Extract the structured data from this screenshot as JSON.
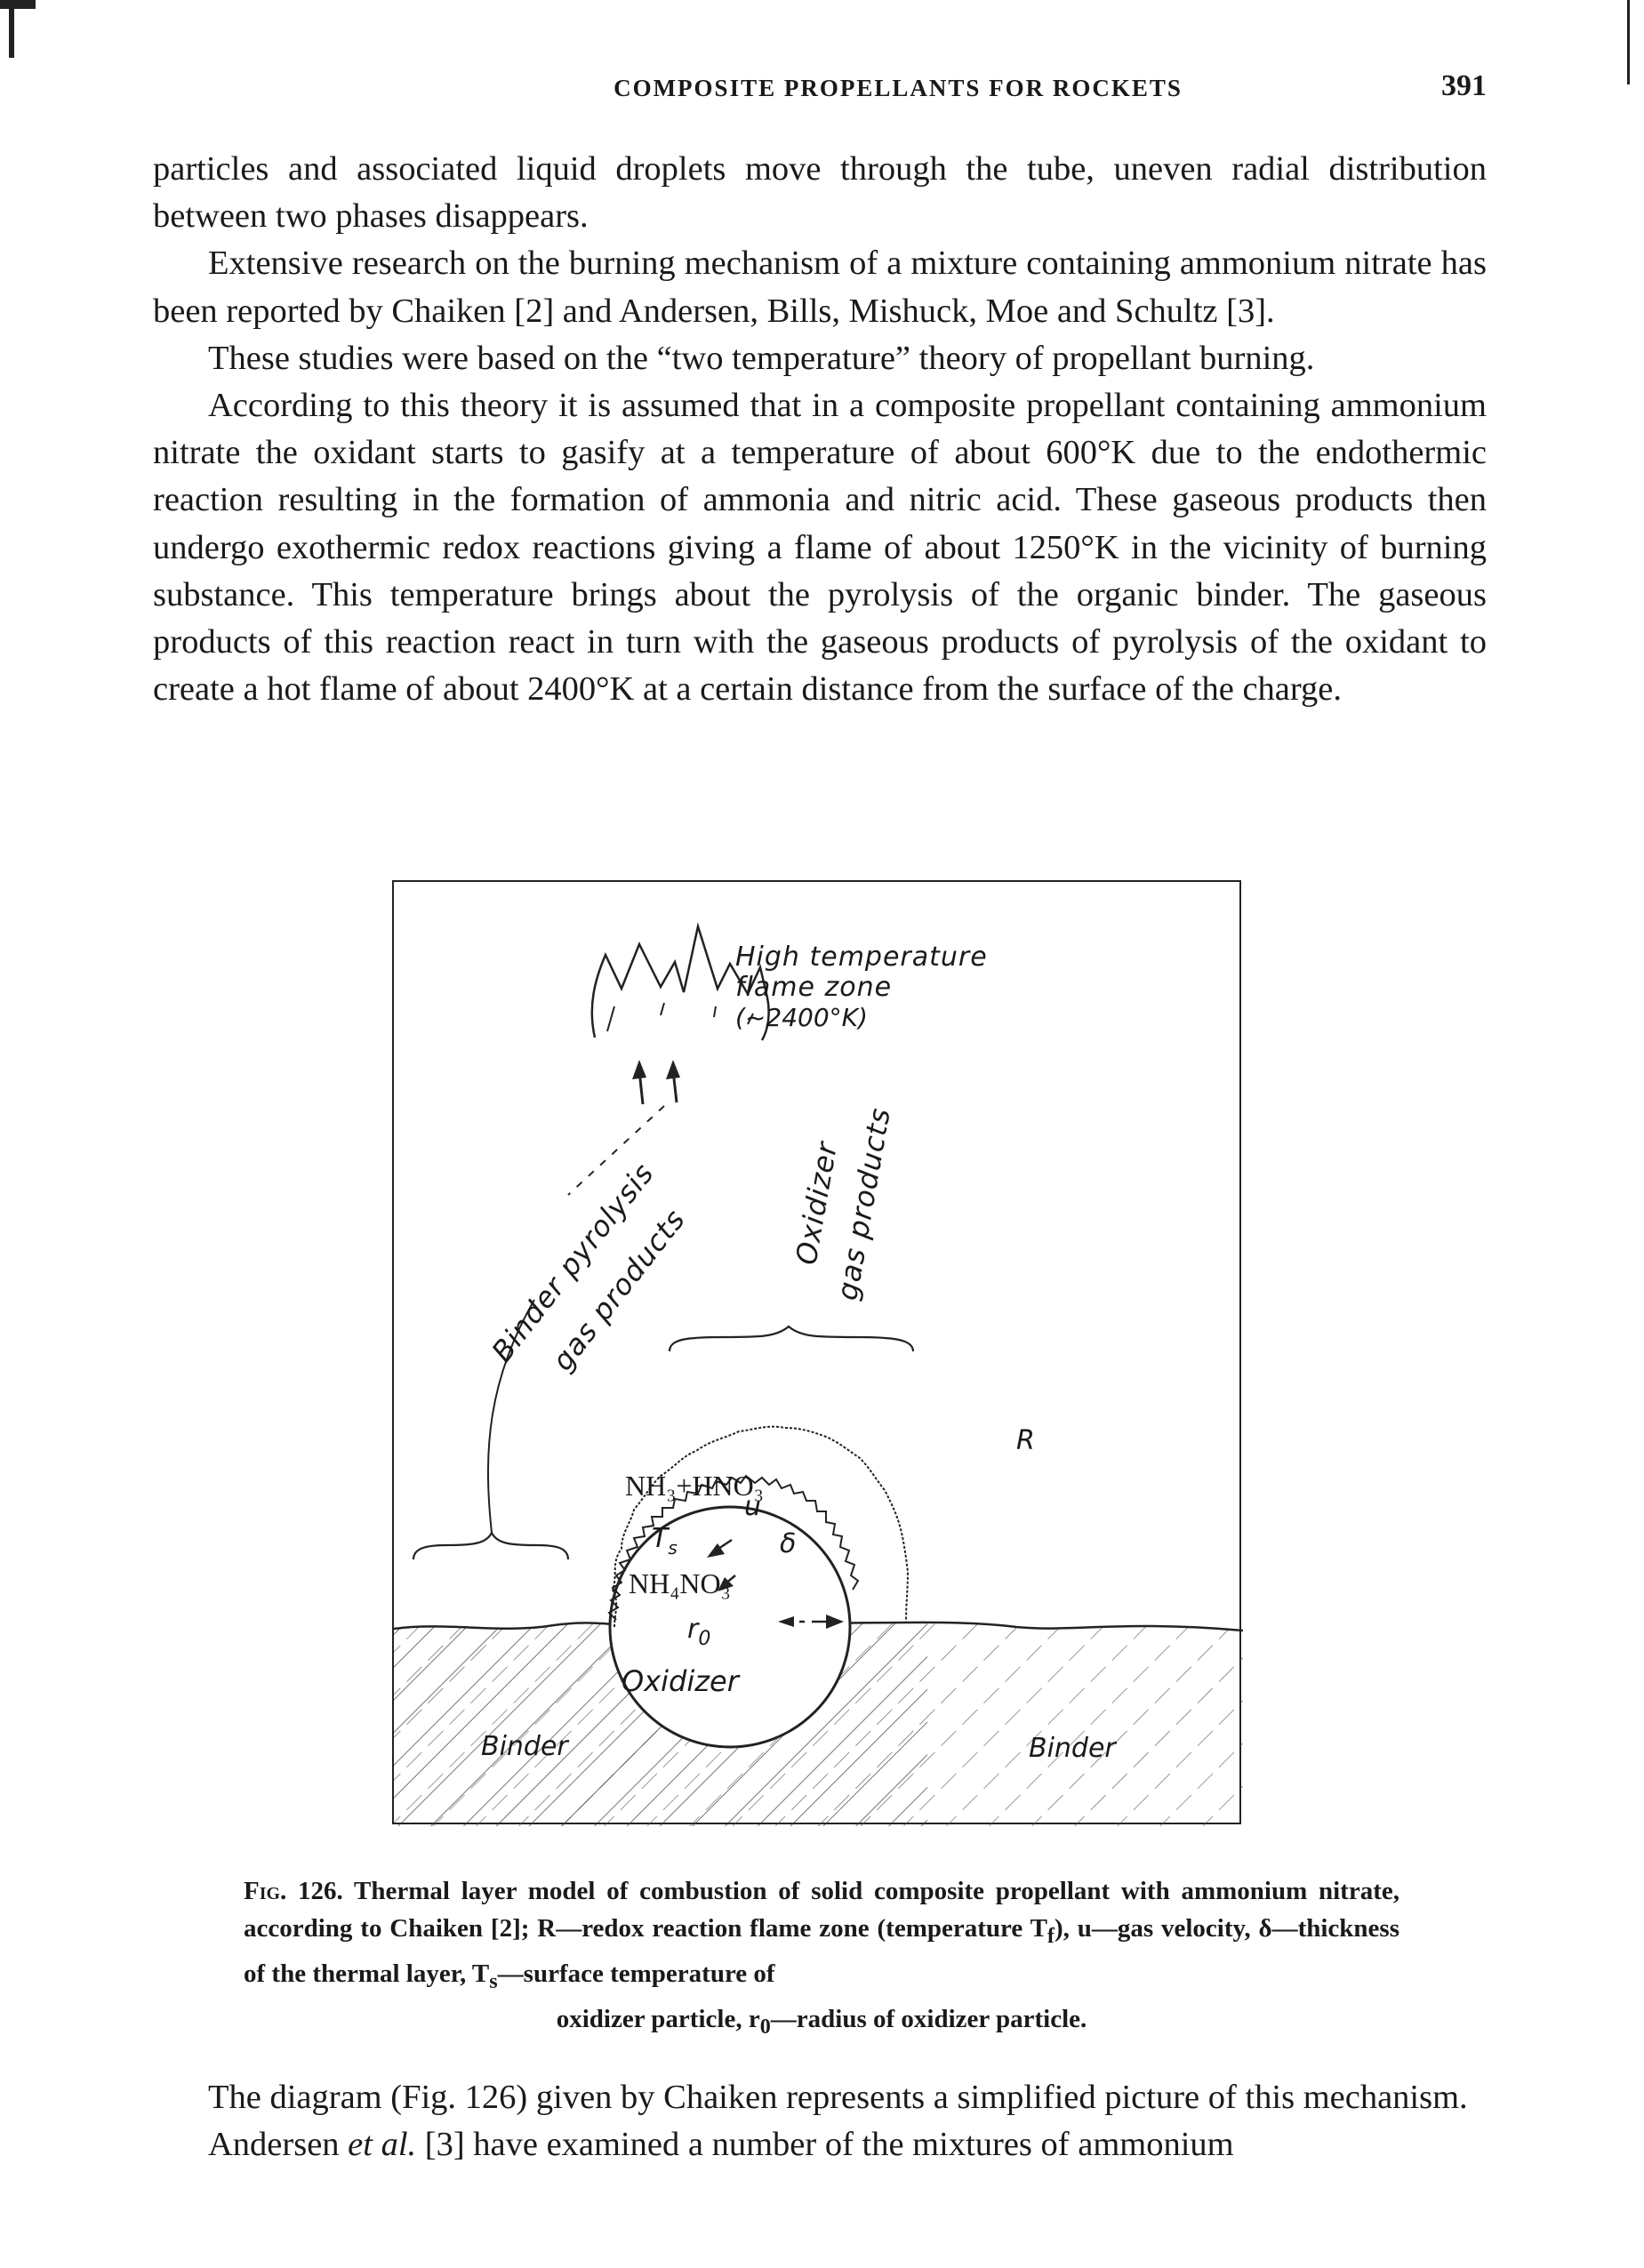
{
  "header": {
    "running_title": "COMPOSITE PROPELLANTS FOR ROCKETS",
    "page_number": "391"
  },
  "upper_paragraphs": [
    "particles and associated liquid droplets move through the tube, uneven radial distribution between two phases disappears.",
    "Extensive research on the burning mechanism of a mixture containing ammonium nitrate has been reported by Chaiken [2] and Andersen, Bills, Mishuck, Moe and Schultz [3].",
    "These studies were based on the “two temperature” theory of propellant burning.",
    "According to this theory it is assumed that in a composite propellant containing ammonium nitrate the oxidant starts to gasify at a temperature of about 600°K due to the endothermic reaction resulting in the formation of ammonia and nitric acid. These gaseous products then undergo exothermic redox reactions giving a flame of about 1250°K in the vicinity of burning substance. This temperature brings about the pyrolysis of the organic binder. The gaseous products of this reaction react in turn with the gaseous products of pyrolysis of the oxidant to create a hot flame of about 2400°K at a certain distance from the surface of the charge."
  ],
  "figure": {
    "flame_label_1": "High temperature",
    "flame_label_2": "flame zone",
    "flame_label_3": "(~2400°K)",
    "binder_gas_1": "Binder pyrolysis",
    "binder_gas_2": "gas products",
    "oxidizer_gas_1": "Oxidizer",
    "oxidizer_gas_2": "gas products",
    "zone_R": "R",
    "reaction_products": "NH₃+HNO₃",
    "velocity_u": "u",
    "surface_temp": "T",
    "surface_temp_sub": "s",
    "thickness": "δ",
    "oxidizer_formula": "NH₄NO₃",
    "radius": "r",
    "radius_sub": "0",
    "oxidizer_label": "Oxidizer",
    "binder_left": "Binder",
    "binder_right": "Binder"
  },
  "caption": {
    "fig_no": "Fig. 126.",
    "line_1": "Thermal layer model of combustion of solid composite propellant with ammonium nitrate, according to Chaiken [2]; R—redox reaction flame zone (temperature T",
    "sub_f": "f",
    "line_2": "), u—gas velocity, δ—thickness of the thermal layer, T",
    "sub_s": "s",
    "line_3": "—surface temperature of",
    "line_4": "oxidizer particle, r",
    "sub_0": "0",
    "line_5": "—radius of oxidizer particle."
  },
  "lower": {
    "p1": "The diagram (Fig. 126) given by Chaiken represents a simplified picture of this mechanism.",
    "p2_a": "Andersen ",
    "p2_em": "et al.",
    "p2_b": " [3] have examined a number of the mixtures of ammonium"
  }
}
